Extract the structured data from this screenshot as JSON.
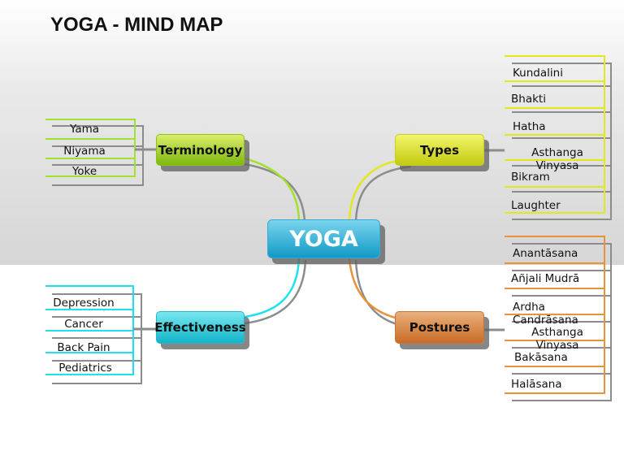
{
  "title": "YOGA - MIND MAP",
  "colors": {
    "green": "#a4e030",
    "yellow": "#e2e820",
    "cyan": "#1ee0ee",
    "orange": "#e8923c",
    "gray": "#8c8c8c"
  },
  "center": {
    "label": "YOGA"
  },
  "branches": {
    "terminology": {
      "label": "Terminology",
      "items": [
        "Yama",
        "Niyama",
        "Yoke"
      ]
    },
    "types": {
      "label": "Types",
      "items": [
        "Kundalini",
        "Bhakti",
        "Hatha",
        "Asthanga Vinyasa",
        "Bikram",
        "Laughter"
      ]
    },
    "effectiveness": {
      "label": "Effectiveness",
      "items": [
        "Depression",
        "Cancer",
        "Back Pain",
        "Pediatrics"
      ]
    },
    "postures": {
      "label": "Postures",
      "items": [
        "Anantāsana",
        "Añjali Mudrā",
        "Ardha Candrāsana",
        "Asthanga Vinyasa",
        "Bakāsana",
        "Halāsana"
      ]
    }
  }
}
